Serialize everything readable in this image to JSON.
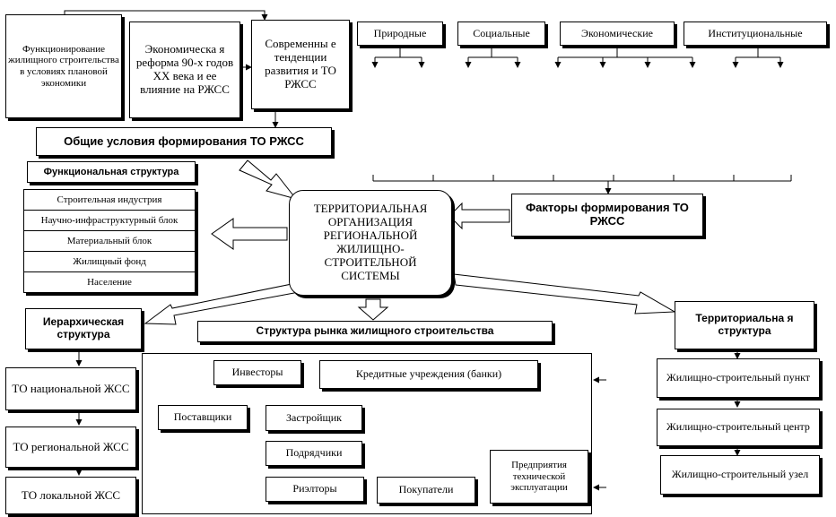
{
  "top_boxes": {
    "planned": "Функционирование жилищного строительства в условиях плановой экономики",
    "reform": "Экономическа я реформа 90-х годов ХХ века и ее влияние на РЖСС",
    "trends": "Современны е тенденции развития и ТО РЖСС"
  },
  "factors": {
    "natural": "Природные",
    "social": "Социальные",
    "economic": "Экономические",
    "institutional": "Институциональные",
    "title": "Факторы формирования ТО РЖСС"
  },
  "general_conditions": "Общие условия формирования ТО РЖСС",
  "functional": {
    "title": "Функциональная структура",
    "items": [
      "Строительная индустрия",
      "Научно-инфраструктурный блок",
      "Материальный блок",
      "Жилищный фонд",
      "Население"
    ]
  },
  "center": "ТЕРРИТОРИАЛЬНАЯ ОРГАНИЗАЦИЯ РЕГИОНАЛЬНОЙ ЖИЛИЩНО-СТРОИТЕЛЬНОЙ СИСТЕМЫ",
  "hierarchical": {
    "title": "Иерархическая структура",
    "national": "ТО национальной ЖСС",
    "regional": "ТО региональной ЖСС",
    "local": "ТО локальной ЖСС"
  },
  "market": {
    "title": "Структура рынка жилищного строительства",
    "investors": "Инвесторы",
    "banks": "Кредитные учреждения (банки)",
    "suppliers": "Поставщики",
    "developer": "Застройщик",
    "contractors": "Подрядчики",
    "realtors": "Риэлторы",
    "buyers": "Покупатели",
    "maintenance": "Предприятия технической эксплуатации"
  },
  "territorial": {
    "title": "Территориальна я структура",
    "point": "Жилищно-строительный пункт",
    "center": "Жилищно-строительный центр",
    "node": "Жилищно-строительный узел"
  }
}
